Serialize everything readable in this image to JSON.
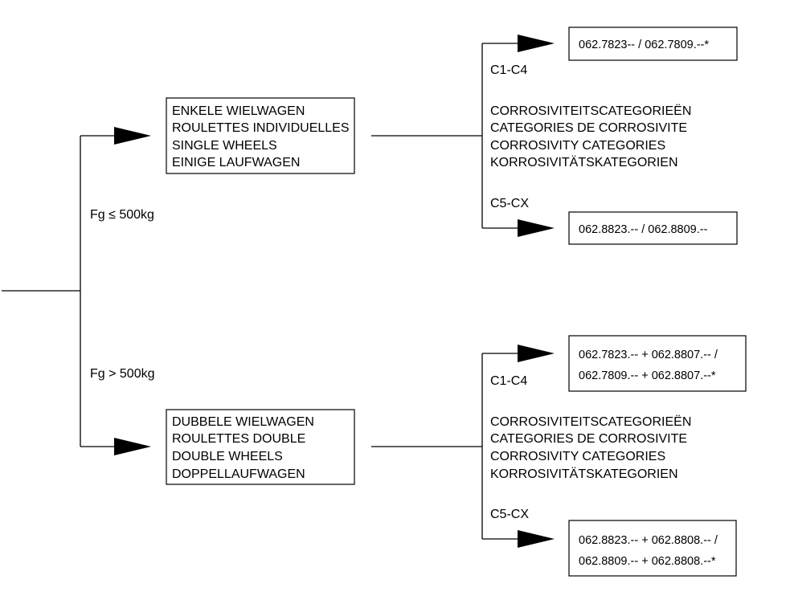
{
  "conditions": {
    "upper": "Fg ≤ 500kg",
    "lower": "Fg > 500kg"
  },
  "single_wheels_box": {
    "lines": [
      "ENKELE WIELWAGEN",
      "ROULETTES INDIVIDUELLES",
      "SINGLE WHEELS",
      "EINIGE LAUFWAGEN"
    ]
  },
  "double_wheels_box": {
    "lines": [
      "DUBBELE WIELWAGEN",
      "ROULETTES DOUBLE",
      "DOUBLE WHEELS",
      "DOPPELLAUFWAGEN"
    ]
  },
  "corrosivity_upper": {
    "lines": [
      "CORROSIVITEITSCATEGORIEËN",
      "CATEGORIES DE CORROSIVITE",
      "CORROSIVITY CATEGORIES",
      "KORROSIVITÄTSKATEGORIEN"
    ],
    "branch_a": "C1-C4",
    "branch_b": "C5-CX"
  },
  "corrosivity_lower": {
    "lines": [
      "CORROSIVITEITSCATEGORIEËN",
      "CATEGORIES DE CORROSIVITE",
      "CORROSIVITY CATEGORIES",
      "KORROSIVITÄTSKATEGORIEN"
    ],
    "branch_a": "C1-C4",
    "branch_b": "C5-CX"
  },
  "results": {
    "single_c1c4": [
      "062.7823-- / 062.7809.--*"
    ],
    "single_c5cx": [
      "062.8823.-- / 062.8809.--"
    ],
    "double_c1c4": [
      "062.7823.-- + 062.8807.-- /",
      "062.7809.-- + 062.8807.--*"
    ],
    "double_c5cx": [
      "062.8823.-- + 062.8808.-- /",
      "062.8809.-- + 062.8808.--*"
    ]
  }
}
